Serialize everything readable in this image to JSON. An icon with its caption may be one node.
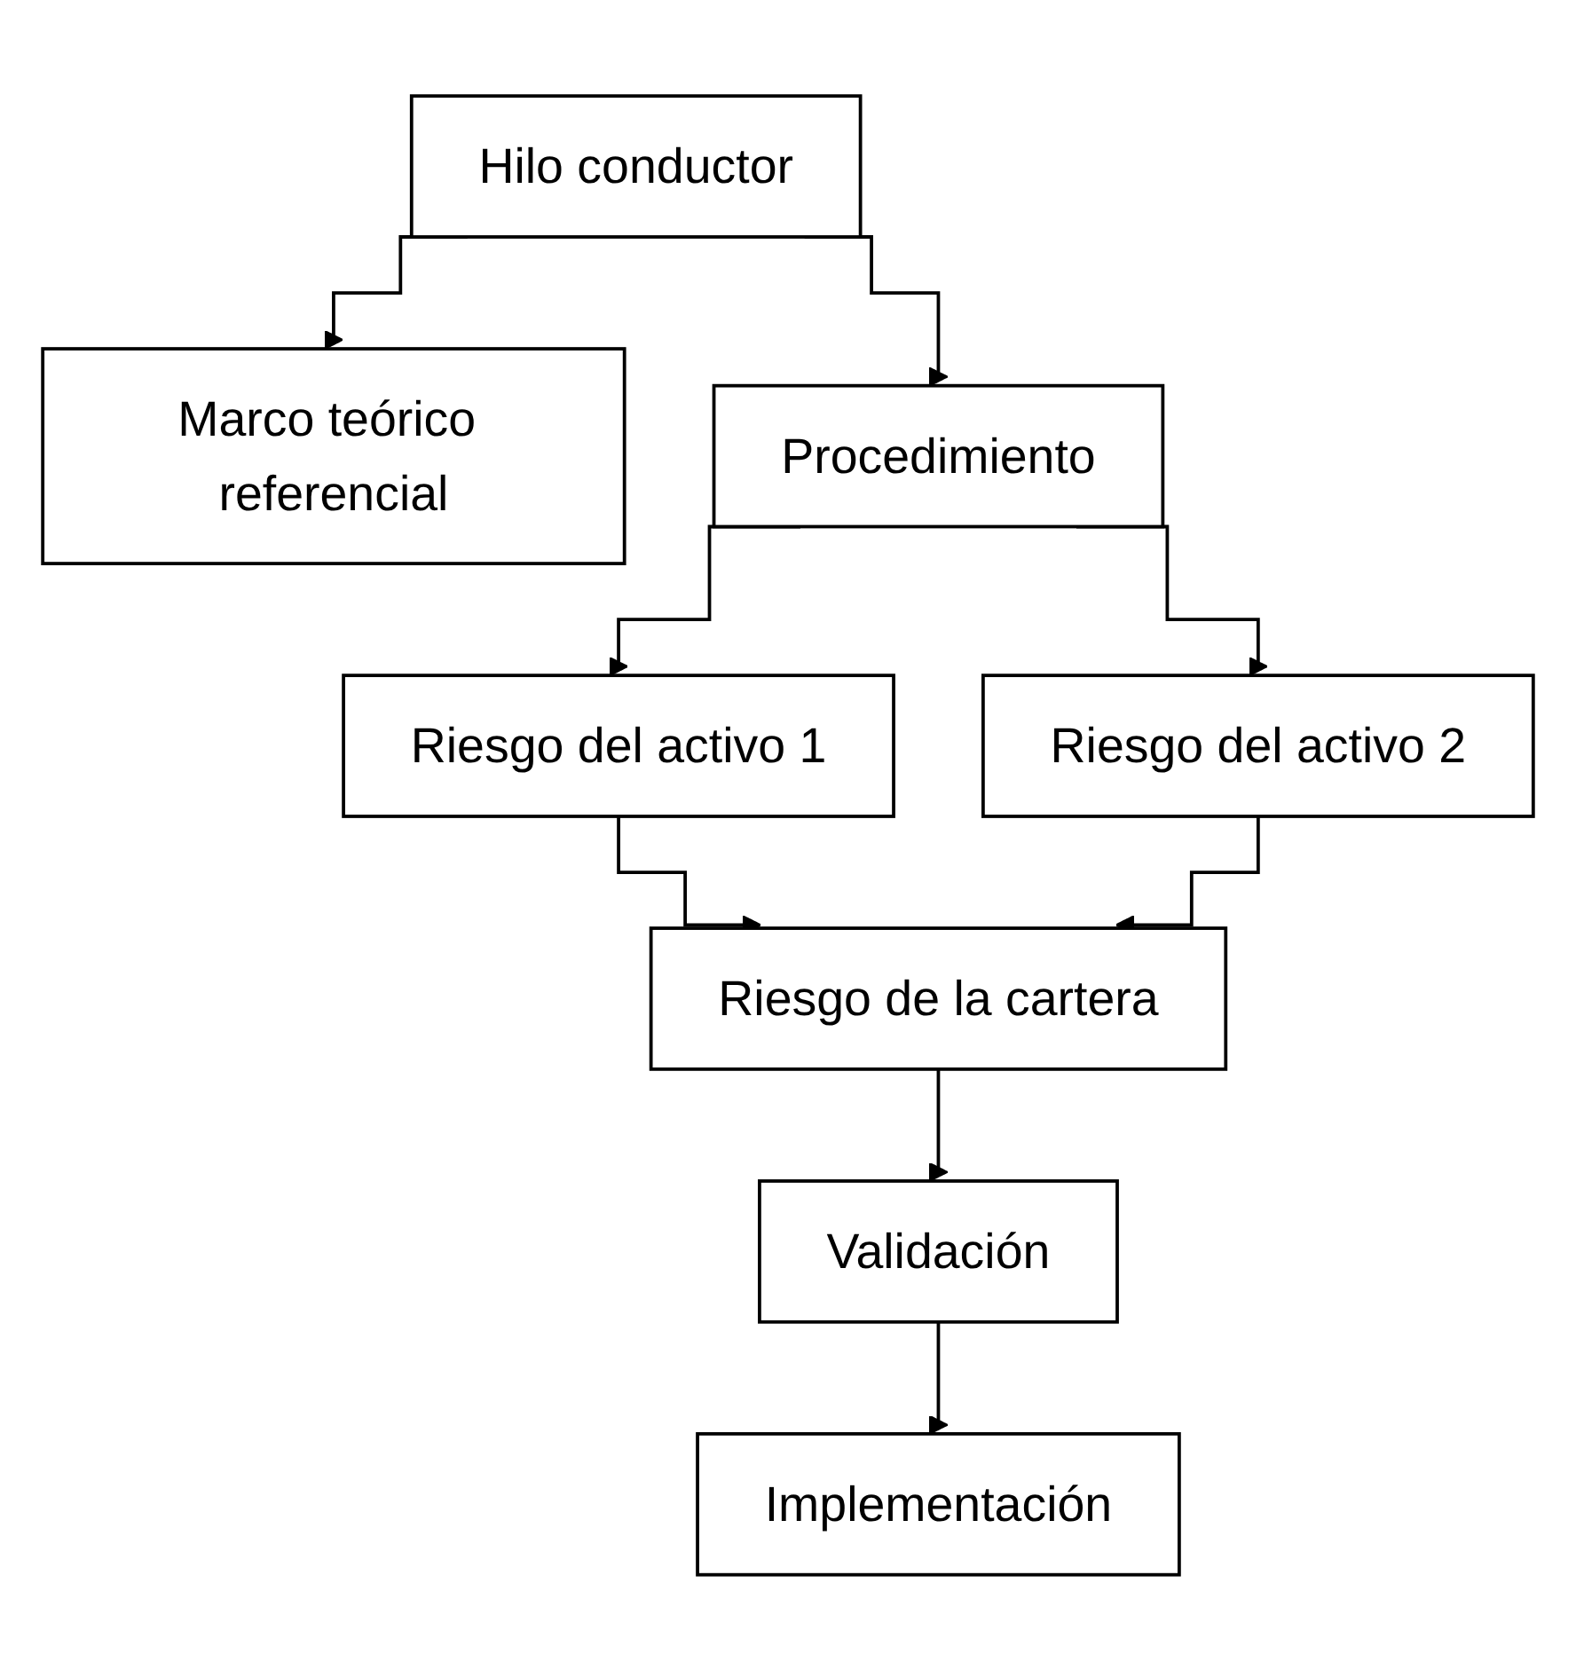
{
  "diagram": {
    "nodes": [
      {
        "text": [
          "Hilo conductor"
        ]
      },
      {
        "text": [
          "Marco teórico referencial"
        ]
      },
      {
        "text": [
          "Procedimiento"
        ]
      },
      {
        "text": [
          "Riesgo del activo 1"
        ]
      },
      {
        "text": [
          "Riesgo del activo 2"
        ]
      },
      {
        "text": [
          "Riesgo de la cartera"
        ]
      },
      {
        "text": [
          "Validación"
        ]
      },
      {
        "text": [
          "Implementación"
        ]
      }
    ],
    "edges": [
      {
        "from": 0,
        "to": 1,
        "arrow": "to"
      },
      {
        "from": 0,
        "to": 2,
        "arrow": "to"
      },
      {
        "from": 2,
        "to": 3,
        "arrow": "to"
      },
      {
        "from": 2,
        "to": 4,
        "arrow": "to"
      },
      {
        "from": 3,
        "to": 5,
        "arrow": "to"
      },
      {
        "from": 4,
        "to": 5,
        "arrow": "to"
      },
      {
        "from": 5,
        "to": 6,
        "arrow": "to"
      },
      {
        "from": 6,
        "to": 7,
        "arrow": "to"
      }
    ]
  }
}
